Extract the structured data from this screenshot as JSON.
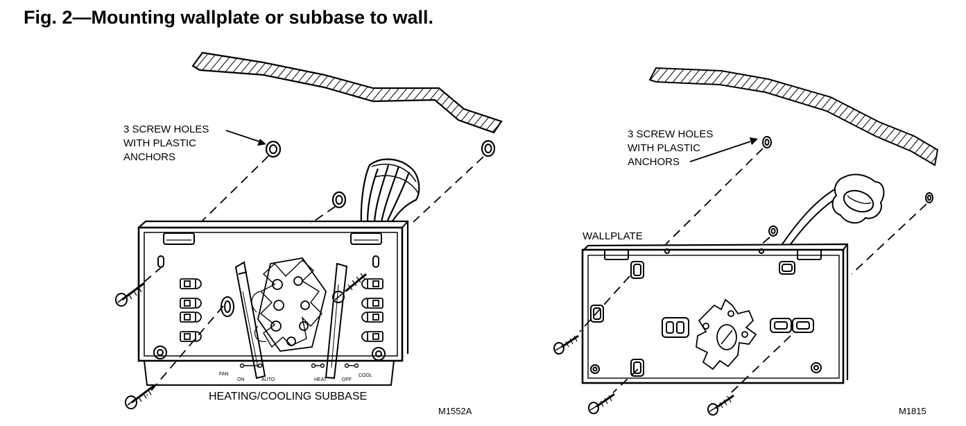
{
  "figure": {
    "title": "Fig. 2—Mounting wallplate or subbase to wall."
  },
  "left_diagram": {
    "callout": [
      "3 SCREW HOLES",
      "WITH PLASTIC",
      "ANCHORS"
    ],
    "caption": "HEATING/COOLING SUBBASE",
    "code": "M1552A",
    "switch_labels": {
      "fan": "FAN",
      "on": "ON",
      "auto": "AUTO",
      "heat": "HEAT",
      "off": "OFF",
      "cool": "COOL"
    }
  },
  "right_diagram": {
    "callout": [
      "3 SCREW HOLES",
      "WITH PLASTIC",
      "ANCHORS"
    ],
    "part_label": "WALLPLATE",
    "code": "M1815"
  }
}
